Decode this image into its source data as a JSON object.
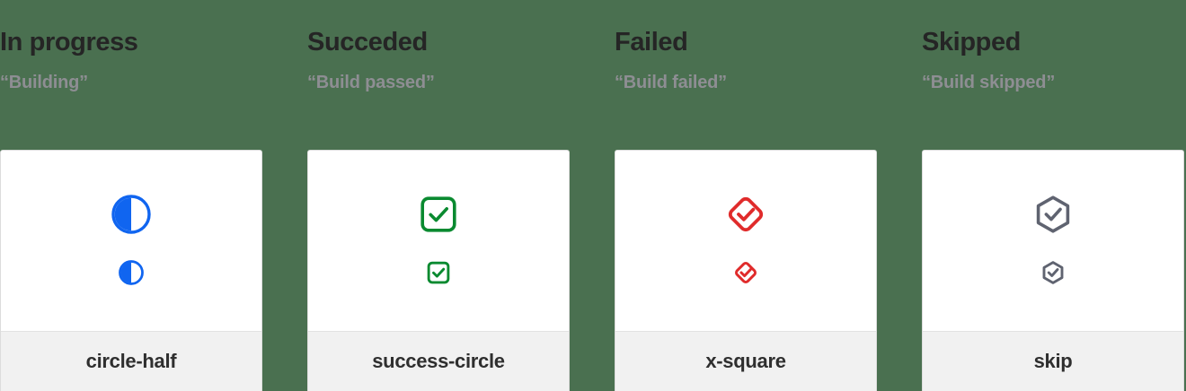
{
  "page": {
    "background_color": "#4a7050"
  },
  "columns": [
    {
      "title": "In progress",
      "subtitle": "“Building”",
      "icon_name": "circle-half",
      "icon_color": "#1065f0",
      "footer_label": "circle-half"
    },
    {
      "title": "Succeded",
      "subtitle": "“Build passed”",
      "icon_name": "success-circle",
      "icon_color": "#0a8a30",
      "footer_label": "success-circle"
    },
    {
      "title": "Failed",
      "subtitle": "“Build failed”",
      "icon_name": "x-square",
      "icon_color": "#e02b2b",
      "footer_label": "x-square"
    },
    {
      "title": "Skipped",
      "subtitle": "“Build skipped”",
      "icon_name": "skip",
      "icon_color": "#5f6370",
      "footer_label": "skip"
    }
  ]
}
